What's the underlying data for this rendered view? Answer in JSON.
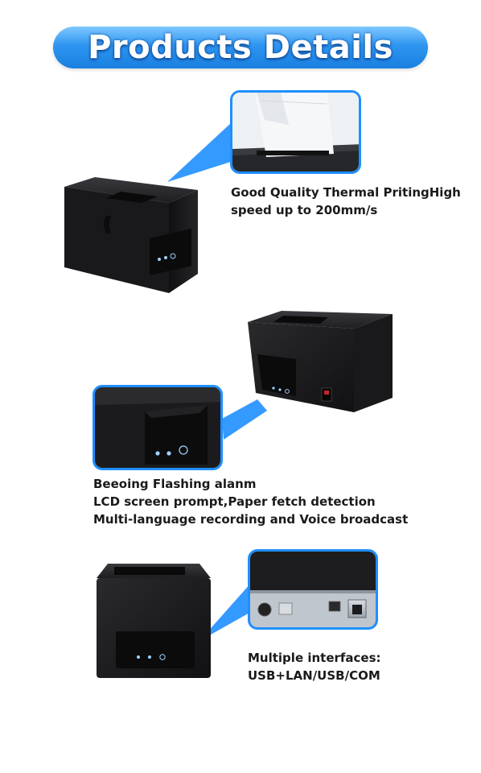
{
  "banner": {
    "title": "Products Details"
  },
  "features": [
    {
      "lines": [
        "Good Quality Thermal PritingHigh",
        "speed up to 200mm/s"
      ]
    },
    {
      "lines": [
        "Beeoing Flashing alanm",
        "LCD screen prompt,Paper fetch detection",
        "Multi-language recording and Voice broadcast"
      ]
    },
    {
      "lines": [
        "Multiple interfaces:",
        "USB+LAN/USB/COM"
      ]
    }
  ],
  "colors": {
    "accent": "#1f8fff",
    "banner_top": "#7ec8ff",
    "banner_bottom": "#1a7fe0",
    "printer_body": "#1c1c1e",
    "text": "#1a1a1a"
  },
  "icons": [
    "printer-image",
    "paper-output-closeup",
    "control-panel-closeup",
    "interface-ports-closeup"
  ]
}
